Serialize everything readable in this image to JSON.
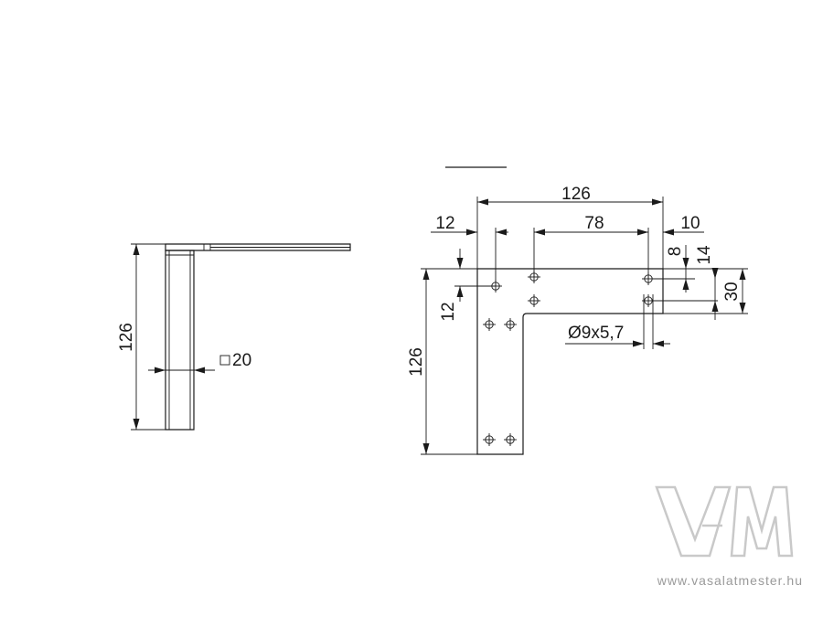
{
  "side_view": {
    "height_label": "126",
    "section_label": "20",
    "section_symbol": "square"
  },
  "front_view": {
    "width_label": "126",
    "offset_left_label": "12",
    "hole_spacing_label": "78",
    "offset_right_label": "10",
    "top_offset_label": "8",
    "hole_row_label": "14",
    "arm_height_label": "30",
    "vertical_offset_label": "12",
    "height_label": "126",
    "hole_label": "Ø9x5,7"
  },
  "watermark": {
    "logo": "VM",
    "url": "www.vasalatmester.hu"
  },
  "colors": {
    "line": "#1a1a1a",
    "watermark_logo": "#c9c9c9",
    "watermark_text": "#9a9a9a"
  }
}
